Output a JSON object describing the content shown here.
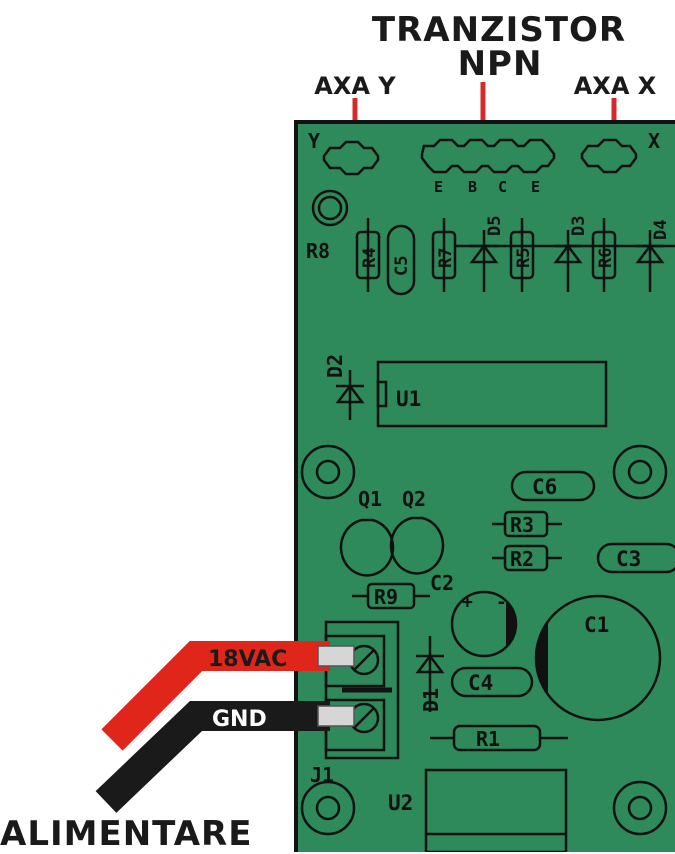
{
  "header": {
    "title_line1": "TRANZISTOR",
    "title_line2": "NPN",
    "axis_y": "AXA Y",
    "axis_x": "AXA X"
  },
  "footer": {
    "supply_label": "ALIMENTARE"
  },
  "wires": {
    "ac_label": "18VAC",
    "gnd_label": "GND"
  },
  "connectors": {
    "y_pin": "Y",
    "x_pin": "X",
    "transistor_pins": [
      "E",
      "B",
      "C",
      "E"
    ]
  },
  "components": {
    "r8": "R8",
    "r4": "R4",
    "c5": "C5",
    "r7": "R7",
    "d5": "D5",
    "r5": "R5",
    "d3": "D3",
    "r6": "R6",
    "d4": "D4",
    "d2": "D2",
    "u1": "U1",
    "c6": "C6",
    "q1": "Q1",
    "q2": "Q2",
    "r3": "R3",
    "r2": "R2",
    "c3": "C3",
    "r9": "R9",
    "c2": "C2",
    "c1": "C1",
    "d1": "D1",
    "c4": "C4",
    "r1": "R1",
    "j1": "J1",
    "u2": "U2"
  },
  "colors": {
    "pcb": "#2e8a5a",
    "silkscreen": "#111111",
    "wire_red": "#e0251b",
    "wire_black": "#1a1a1a",
    "callout": "#d42a2a"
  }
}
